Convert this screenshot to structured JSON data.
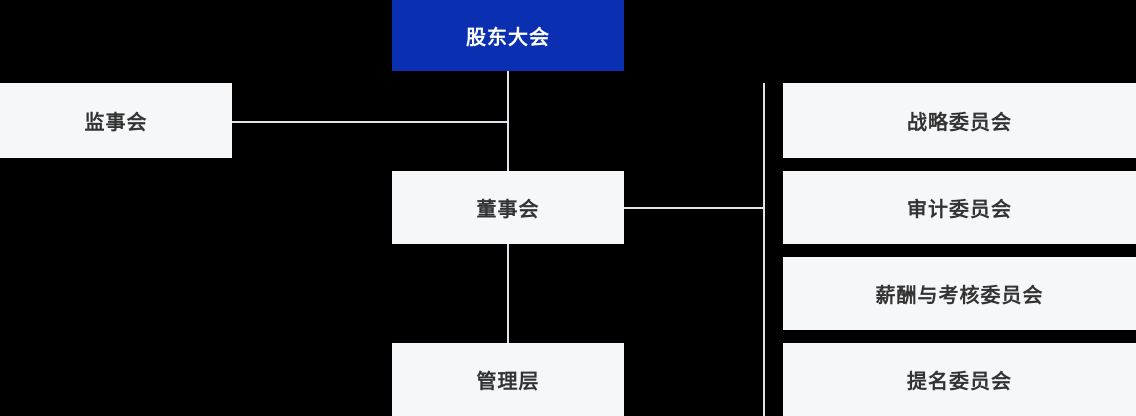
{
  "colors": {
    "background": "#000000",
    "node_fill": "#f6f7f9",
    "node_text": "#333333",
    "primary_fill": "#0a2fb0",
    "primary_text": "#ffffff",
    "connector": "#e3e4e8"
  },
  "org_chart": {
    "root": {
      "label": "股东大会"
    },
    "supervisory": {
      "label": "监事会"
    },
    "board": {
      "label": "董事会"
    },
    "management": {
      "label": "管理层"
    },
    "committees": [
      {
        "label": "战略委员会"
      },
      {
        "label": "审计委员会"
      },
      {
        "label": "薪酬与考核委员会"
      },
      {
        "label": "提名委员会"
      }
    ]
  }
}
